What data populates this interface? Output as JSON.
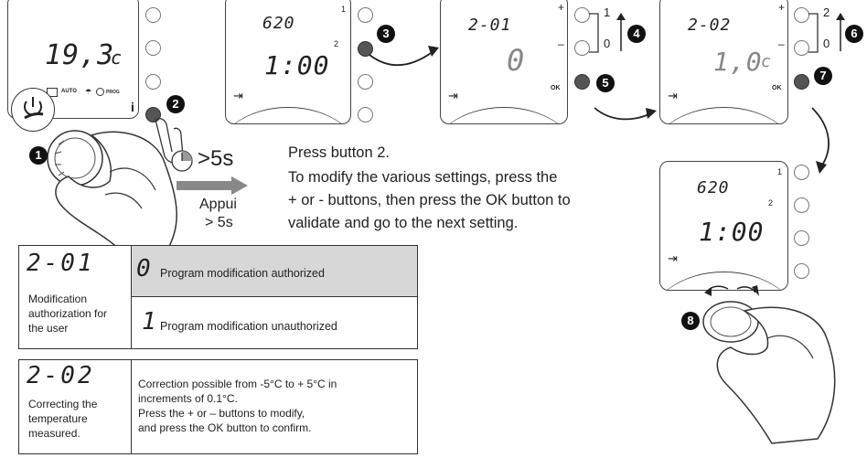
{
  "thermostat_1": {
    "display_temp": "19,3",
    "unit": "c",
    "mode_auto": "AUTO",
    "mode_prog": "PROG",
    "info_label": "i"
  },
  "thermostat_2": {
    "line1": "620",
    "line2": "1:00",
    "btn1_label": "1",
    "btn2_label": "2"
  },
  "thermostat_3": {
    "line1": "2-01",
    "value": "0",
    "plus_label": "+",
    "minus_label": "–",
    "ok_label": "OK",
    "range_top": "1",
    "range_bottom": "0"
  },
  "thermostat_4": {
    "line1": "2-02",
    "value": "1,0",
    "unit": "c",
    "plus_label": "+",
    "minus_label": "–",
    "ok_label": "OK",
    "range_top": "2",
    "range_bottom": "0"
  },
  "thermostat_5": {
    "line1": "620",
    "line2": "1:00",
    "btn1_label": "1",
    "btn2_label": "2"
  },
  "callouts": [
    "1",
    "2",
    "3",
    "4",
    "5",
    "6",
    "7",
    "8"
  ],
  "hold": {
    "time": ">5s",
    "appui_line1": "Appui",
    "appui_line2": "> 5s"
  },
  "instructions": {
    "line1": "Press button 2.",
    "line2": "To modify the various settings, press the",
    "line3": "+ or - buttons, then press the OK button to",
    "line4": "validate and go to the next setting."
  },
  "table_2_01": {
    "code": "2-01",
    "desc_lines": [
      "Modification",
      "authorization for",
      "the user"
    ],
    "options": [
      {
        "value": "0",
        "text": "Program modification authorized"
      },
      {
        "value": "1",
        "text": "Program modification unauthorized"
      }
    ]
  },
  "table_2_02": {
    "code": "2-02",
    "desc_lines": [
      "Correcting the",
      "temperature",
      "measured."
    ],
    "body_lines": [
      "Correction possible from -5°C to + 5°C in",
      "increments of 0.1°C.",
      "Press the + or – buttons to modify,",
      "and press the OK button to confirm."
    ]
  },
  "colors": {
    "highlight_cell": "#d7d7d7",
    "line": "#333333",
    "button_dark": "#555555"
  }
}
